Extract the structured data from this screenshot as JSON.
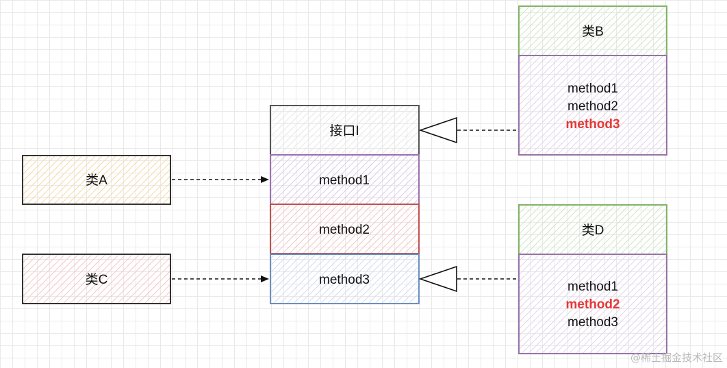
{
  "colors": {
    "class_a_fill": "#f7d9a6",
    "class_a_stroke": "#333333",
    "class_c_fill": "#f6c6c6",
    "class_c_stroke": "#333333",
    "interface_title_stroke": "#555555",
    "method1_stroke": "#9b6fb0",
    "method1_fill": "#dcc9ea",
    "method2_stroke": "#c0504d",
    "method2_fill": "#f4c5c5",
    "method3_stroke": "#6c8ebf",
    "method3_fill": "#cfdcf0",
    "header_stroke": "#82b366",
    "header_fill": "#cde8c2",
    "body_stroke": "#9673a6",
    "body_fill": "#e3d3ec",
    "highlight": "#e53935"
  },
  "class_a": {
    "label": "类A"
  },
  "class_c": {
    "label": "类C"
  },
  "interface": {
    "title": "接口I",
    "methods": [
      "method1",
      "method2",
      "method3"
    ]
  },
  "class_b": {
    "label": "类B",
    "methods": [
      {
        "text": "method1",
        "highlight": false
      },
      {
        "text": "method2",
        "highlight": false
      },
      {
        "text": "method3",
        "highlight": true
      }
    ]
  },
  "class_d": {
    "label": "类D",
    "methods": [
      {
        "text": "method1",
        "highlight": false
      },
      {
        "text": "method2",
        "highlight": true
      },
      {
        "text": "method3",
        "highlight": false
      }
    ]
  },
  "watermark": "@稀土掘金技术社区"
}
